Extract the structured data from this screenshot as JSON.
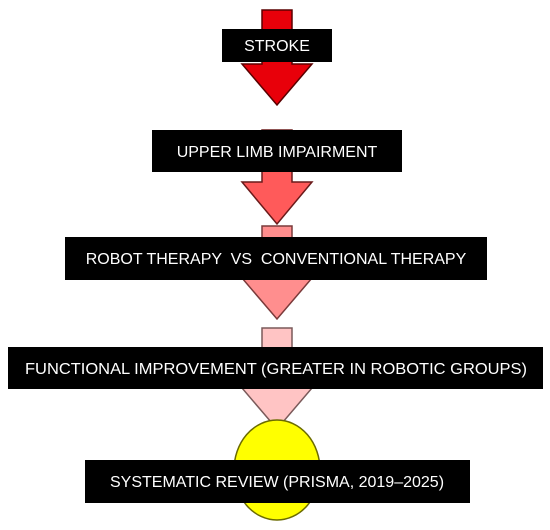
{
  "boxes": [
    {
      "label": "STROKE"
    },
    {
      "label": "UPPER LIMB IMPAIRMENT"
    },
    {
      "label": "ROBOT THERAPY  VS  CONVENTIONAL THERAPY"
    },
    {
      "label": "FUNCTIONAL IMPROVEMENT (GREATER IN ROBOTIC GROUPS)"
    },
    {
      "label": "SYSTEMATIC REVIEW (PRISMA, 2019–2025)"
    }
  ],
  "colors": {
    "box_fill": "#000000",
    "text": "#ffffff",
    "arrow_1": "#e8000a",
    "arrow_2": "#ff5a5a",
    "arrow_3": "#ff8e8e",
    "arrow_4": "#ffc4c4",
    "ellipse_fill": "#ffff00",
    "ellipse_stroke": "#6b6b00"
  }
}
